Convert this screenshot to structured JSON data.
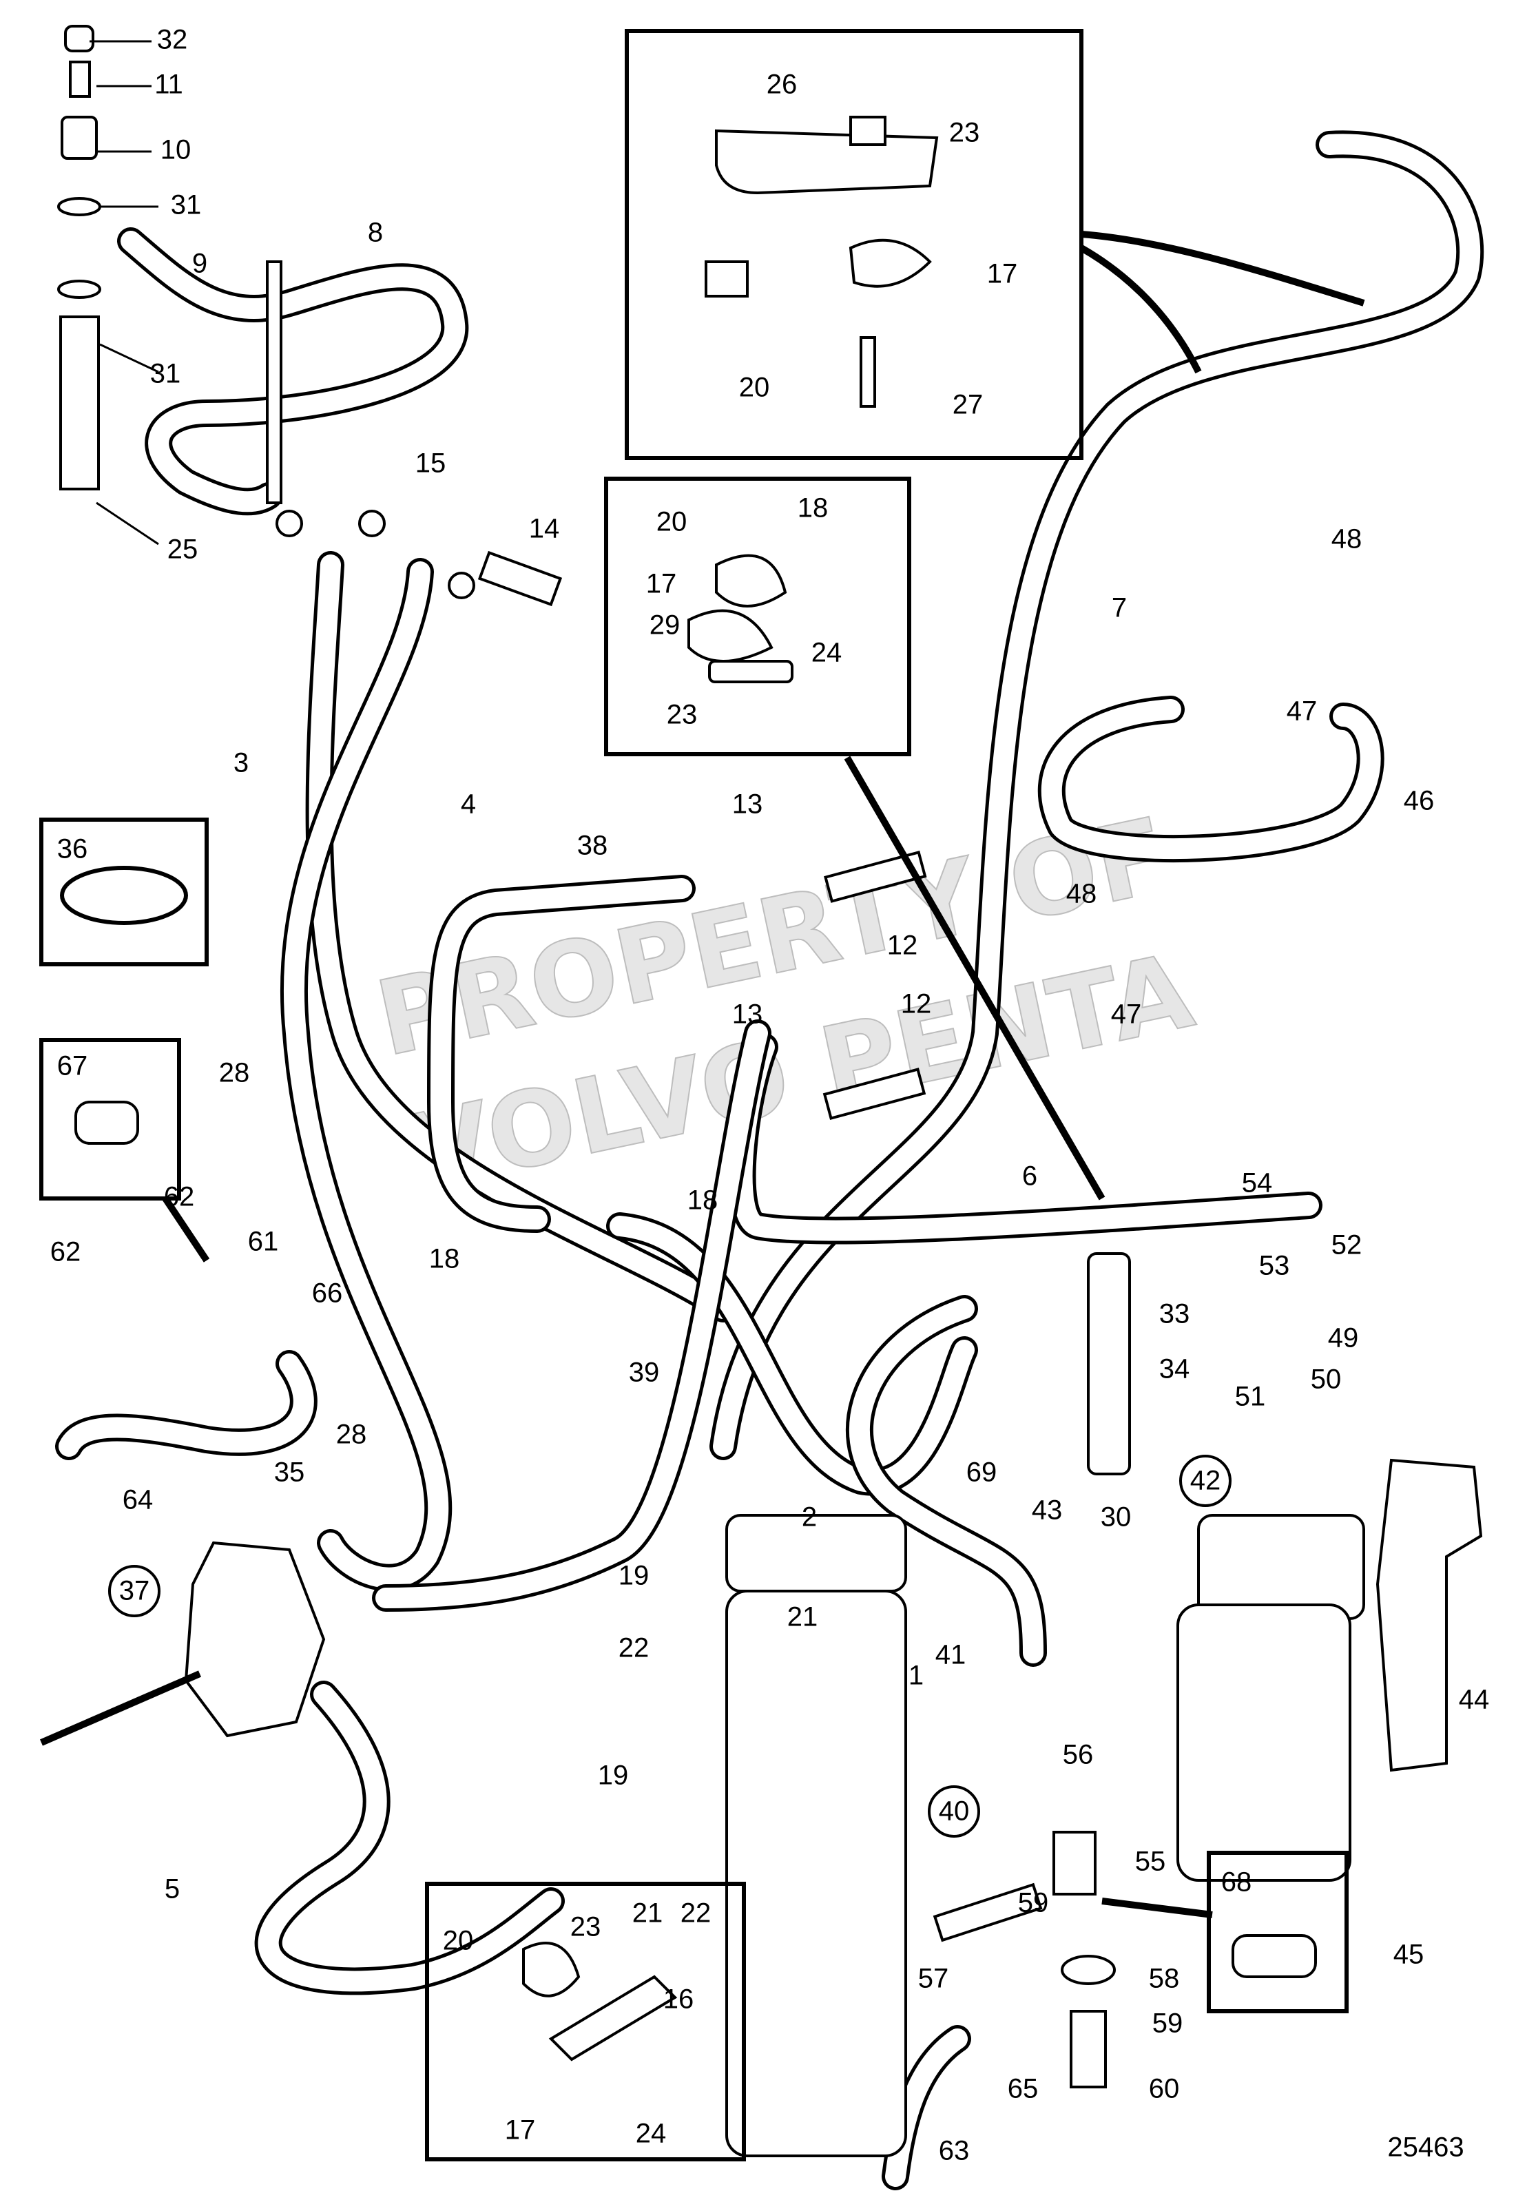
{
  "drawing_number": "25463",
  "watermark_lines": [
    "PROPERTY OF",
    "VOLVO PENTA"
  ],
  "part_labels": [
    "1",
    "2",
    "3",
    "4",
    "5",
    "6",
    "7",
    "8",
    "9",
    "10",
    "11",
    "12",
    "12",
    "13",
    "13",
    "14",
    "15",
    "16",
    "17",
    "17",
    "17",
    "18",
    "18",
    "18",
    "19",
    "19",
    "20",
    "20",
    "20",
    "21",
    "21",
    "22",
    "22",
    "23",
    "23",
    "23",
    "24",
    "24",
    "25",
    "26",
    "27",
    "28",
    "28",
    "29",
    "30",
    "31",
    "31",
    "32",
    "33",
    "34",
    "35",
    "36",
    "37",
    "38",
    "39",
    "40",
    "41",
    "42",
    "43",
    "44",
    "45",
    "46",
    "47",
    "47",
    "48",
    "48",
    "49",
    "50",
    "51",
    "52",
    "53",
    "54",
    "55",
    "56",
    "57",
    "58",
    "59",
    "59",
    "60",
    "61",
    "62",
    "62",
    "63",
    "64",
    "65",
    "66",
    "67",
    "68",
    "69"
  ],
  "circled_labels": [
    "37",
    "40",
    "42"
  ],
  "detail_boxes": [
    "bracket-detail-top",
    "clamp-detail-mid",
    "clamp-detail-bottom",
    "hose-clip-36",
    "fitting-67",
    "fitting-68"
  ],
  "colors": {
    "line": "#000000",
    "background": "#ffffff",
    "watermark_fill": "#e6e6e6",
    "watermark_stroke": "#bdbdbd"
  }
}
